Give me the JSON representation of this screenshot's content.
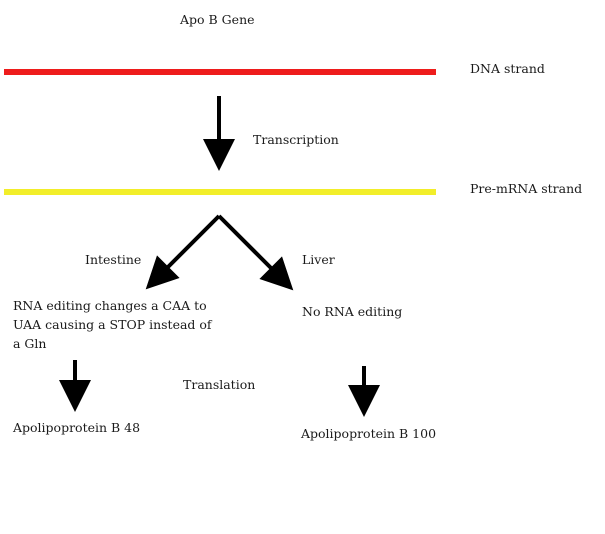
{
  "title": "Apo B Gene",
  "dna": {
    "label": "DNA strand",
    "color": "#ee1c1c"
  },
  "pre_mrna": {
    "label": "Pre-mRNA strand",
    "color": "#f2ee2a"
  },
  "steps": {
    "transcription": "Transcription",
    "translation": "Translation"
  },
  "branches": {
    "intestine": {
      "label": "Intestine",
      "process": "RNA editing changes a CAA to UAA causing a STOP instead of a Gln",
      "product": "Apolipoprotein B 48"
    },
    "liver": {
      "label": "Liver",
      "process": "No RNA editing",
      "product": "Apolipoprotein B 100"
    }
  }
}
